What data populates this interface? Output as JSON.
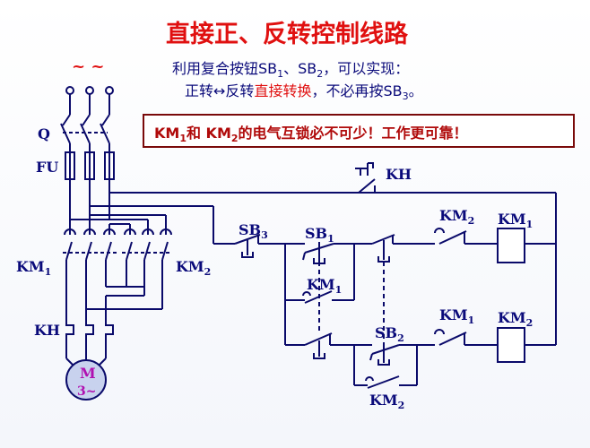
{
  "title": "直接正、反转控制线路",
  "intro": {
    "line1_a": "利用复合按钮SB",
    "line1_sub1": "1",
    "line1_b": "、SB",
    "line1_sub2": "2",
    "line1_c": "，可以实现：",
    "line2_a": "正转",
    "line2_arrow": "↔",
    "line2_b": "反转",
    "line2_red": "直接转换",
    "line2_c": "，不必再按SB",
    "line2_sub": "3",
    "line2_d": "。"
  },
  "note": {
    "a": "KM",
    "sub1": "1",
    "b": "和 KM",
    "sub2": "2",
    "c": "的电气互锁必不可少！工作更可靠！"
  },
  "labels": {
    "supply": "~ ~",
    "q": "Q",
    "fu": "FU",
    "km1_main": "KM",
    "km1_main_sub": "1",
    "km2_main": "KM",
    "km2_main_sub": "2",
    "kh_main": "KH",
    "motor_m": "M",
    "motor_3": "3~",
    "kh_ctrl": "KH",
    "sb3": "SB",
    "sb3_sub": "3",
    "sb1": "SB",
    "sb1_sub": "1",
    "km1_hold": "KM",
    "km1_hold_sub": "1",
    "km2_il": "KM",
    "km2_il_sub": "2",
    "km1_coil": "KM",
    "km1_coil_sub": "1",
    "sb2": "SB",
    "sb2_sub": "2",
    "km2_hold": "KM",
    "km2_hold_sub": "2",
    "km1_il": "KM",
    "km1_il_sub": "1",
    "km2_coil": "KM",
    "km2_coil_sub": "2"
  },
  "colors": {
    "title": "#e01010",
    "text": "#0a0a7a",
    "wire": "#0a0a6a",
    "accent_red": "#e01010",
    "motor_fill": "#c8d2ee",
    "motor_text": "#b010b0",
    "note_border": "#7a0a0a",
    "note_text": "#b00a0a",
    "dash": "#0a0a6a"
  }
}
